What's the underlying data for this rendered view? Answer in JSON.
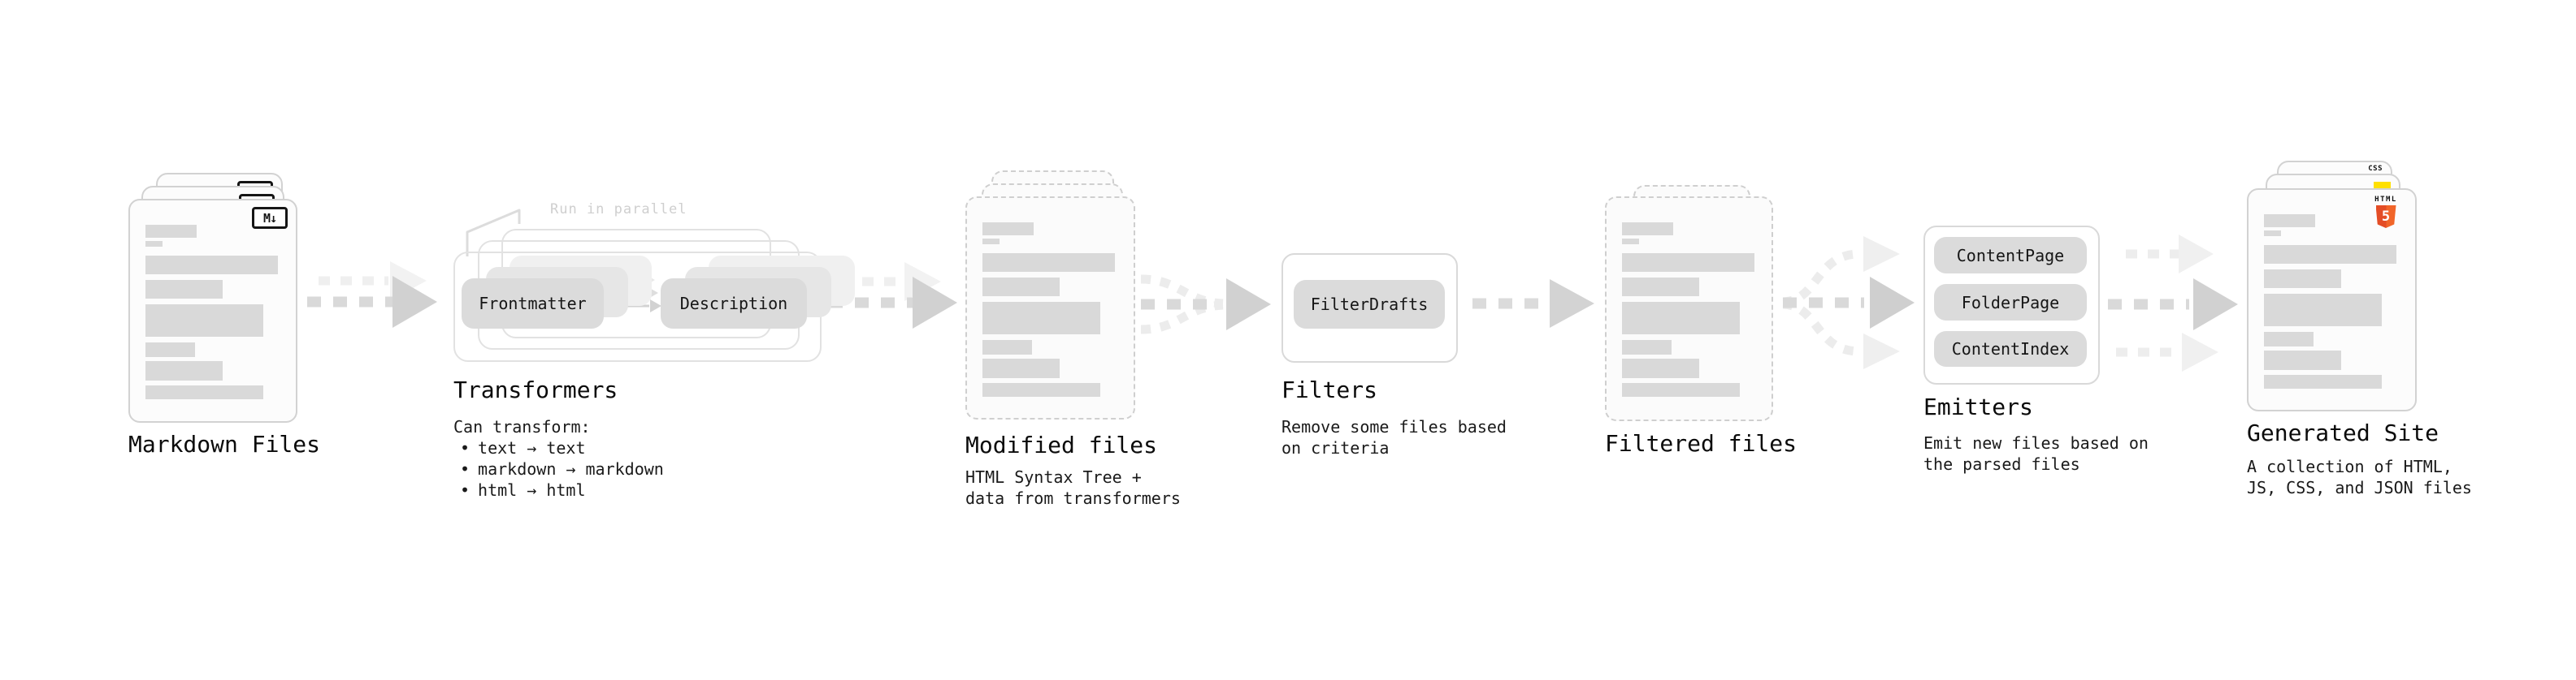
{
  "sections": {
    "markdown_files": {
      "title": "Markdown Files",
      "badge": "M↓"
    },
    "transformers": {
      "title": "Transformers",
      "annotation": "Run in parallel",
      "chips": [
        "Frontmatter",
        "Description"
      ],
      "desc_heading": "Can transform:",
      "bullet_char": "•",
      "bullets": [
        "text → text",
        "markdown → markdown",
        "html → html"
      ]
    },
    "modified_files": {
      "title": "Modified files",
      "description": "HTML Syntax Tree +\ndata from transformers"
    },
    "filters": {
      "title": "Filters",
      "chips": [
        "FilterDrafts"
      ],
      "description": "Remove some files based\non criteria"
    },
    "filtered_files": {
      "title": "Filtered files"
    },
    "emitters": {
      "title": "Emitters",
      "chips": [
        "ContentPage",
        "FolderPage",
        "ContentIndex"
      ],
      "description": "Emit new files based on\nthe parsed files"
    },
    "generated_site": {
      "title": "Generated Site",
      "description": "A collection of HTML,\nJS, CSS, and JSON files",
      "badges": {
        "css_label": "CSS",
        "html_label": "HTML",
        "html_number": "5"
      }
    }
  },
  "colors": {
    "background": "#ffffff",
    "card_fill": "#fcfcfc",
    "card_border": "#d2d2d2",
    "bar_fill": "#d9d9d9",
    "chip_fill": "#dbdbdb",
    "arrow": "#d9d9d9",
    "arrow_light": "#ededed",
    "annotation_gray": "#cfcfcf",
    "css_blue": "#2f6bf2",
    "js_yellow": "#ffe000",
    "html5_orange_dark": "#e44d26",
    "html5_orange_light": "#f16529"
  }
}
